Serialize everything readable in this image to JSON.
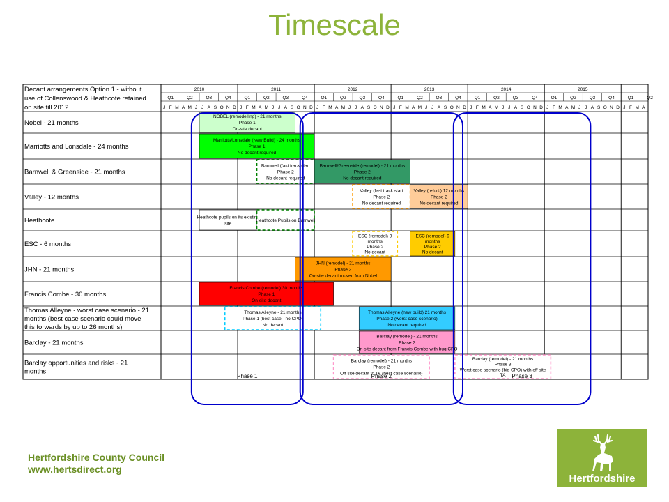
{
  "title": "Timescale",
  "header_label": [
    "Decant arrangements Option 1 - without",
    "use of Collenswood & Heathcote retained",
    "on site till 2012"
  ],
  "years": [
    "2010",
    "2011",
    "2012",
    "2013",
    "2014",
    "2015"
  ],
  "quarters": [
    "Q1",
    "Q2",
    "Q3",
    "Q4"
  ],
  "months": [
    "J",
    "F",
    "M",
    "A",
    "M",
    "J",
    "J",
    "A",
    "S",
    "O",
    "N",
    "D"
  ],
  "rows": [
    {
      "lines": [
        "Nobel - 21 months"
      ],
      "h": 31
    },
    {
      "lines": [
        "Marriotts and Lonsdale - 24 months"
      ],
      "h": 37
    },
    {
      "lines": [
        "Barnwell & Greenside - 21 months"
      ],
      "h": 36
    },
    {
      "lines": [
        "Valley - 12 months"
      ],
      "h": 36
    },
    {
      "lines": [
        "Heathcote"
      ],
      "h": 31
    },
    {
      "lines": [
        "ESC - 6 months"
      ],
      "h": 37
    },
    {
      "lines": [
        "JHN - 21 months"
      ],
      "h": 36
    },
    {
      "lines": [
        "Francis Combe - 30 months"
      ],
      "h": 35
    },
    {
      "lines": [
        "Thomas Alleyne - worst case scenario - 21",
        "months (best case scenario could move",
        "this forwards by up to 26 months)"
      ],
      "h": 35
    },
    {
      "lines": [
        "Barclay - 21 months"
      ],
      "h": 34
    },
    {
      "lines": [
        "Barclay opportunities and risks - 21",
        "months"
      ],
      "h": 36
    }
  ],
  "bars": [
    {
      "row": 0,
      "start": 6,
      "end": 21,
      "fill": "#ccffcc",
      "stroke": "#000000",
      "dashed": false,
      "lines": [
        "NOBEL (remodelling) - 21 months",
        "Phase 1",
        "On-site decant"
      ]
    },
    {
      "row": 1,
      "start": 6,
      "end": 24,
      "fill": "#00ff00",
      "stroke": "#000000",
      "dashed": false,
      "lines": [
        "Marriotts/Lonsdale (New Build) - 24 months",
        "Phase 1",
        "No decant required"
      ]
    },
    {
      "row": 2,
      "start": 15,
      "end": 24,
      "fill": "#ffffff",
      "stroke": "#008000",
      "dashed": true,
      "lines": [
        "Barnwell (fast track start",
        "Phase 2",
        "No decant required"
      ]
    },
    {
      "row": 2,
      "start": 24,
      "end": 39,
      "fill": "#339966",
      "stroke": "#000000",
      "dashed": false,
      "lines": [
        "Barnwell/Greenside (remodel) - 21 months",
        "Phase 2",
        "No decant required"
      ]
    },
    {
      "row": 3,
      "start": 30,
      "end": 39,
      "fill": "#ffffff",
      "stroke": "#ff9900",
      "dashed": true,
      "lines": [
        "Valley (fast track start",
        "Phase 2",
        "No decant required"
      ]
    },
    {
      "row": 3,
      "start": 39,
      "end": 48,
      "fill": "#ffcc99",
      "stroke": "#000000",
      "dashed": false,
      "lines": [
        "Valley (refurb) 12 months",
        "Phase 2",
        "No decant required"
      ]
    },
    {
      "row": 4,
      "start": 6,
      "end": 15,
      "fill": "#ffffff",
      "stroke": "#000000",
      "dashed": false,
      "lines": [
        "Heathcote pupils on its existing",
        "site"
      ]
    },
    {
      "row": 4,
      "start": 15,
      "end": 24,
      "fill": "#ffffff",
      "stroke": "#008000",
      "dashed": true,
      "lines": [
        "Heathcote Pupils on Barnwell"
      ]
    },
    {
      "row": 5,
      "start": 30,
      "end": 37,
      "fill": "#ffffff",
      "stroke": "#ffcc00",
      "dashed": true,
      "lines": [
        "ESC (remodel) 9",
        "months",
        "Phase 2",
        "No decant"
      ]
    },
    {
      "row": 5,
      "start": 39,
      "end": 46,
      "fill": "#ffcc00",
      "stroke": "#000000",
      "dashed": false,
      "lines": [
        "ESC (remodel) 9",
        "months",
        "Phase 2",
        "No decant"
      ]
    },
    {
      "row": 6,
      "start": 21,
      "end": 36,
      "fill": "#ff9900",
      "stroke": "#000000",
      "dashed": false,
      "lines": [
        "JHN (remodel) - 21 months",
        "Phase 2",
        "On-site decant moved from Nobel"
      ]
    },
    {
      "row": 7,
      "start": 6,
      "end": 27,
      "fill": "#ff0000",
      "stroke": "#000000",
      "dashed": false,
      "lines": [
        "Francis Combe (remodel) 30 months",
        "Phase 1",
        "On-site decant"
      ]
    },
    {
      "row": 8,
      "start": 10,
      "end": 25,
      "fill": "#ffffff",
      "stroke": "#00ccff",
      "dashed": true,
      "lines": [
        "Thomas Alleyne - 21 months",
        "Phase 1 (best case - no CPO)",
        "No decant"
      ]
    },
    {
      "row": 8,
      "start": 31,
      "end": 46,
      "fill": "#33ccff",
      "stroke": "#000000",
      "dashed": false,
      "lines": [
        "Thomas Alleyne (new build) 21 months",
        "Phase 2 (worst case scenario)",
        "No decant required"
      ]
    },
    {
      "row": 9,
      "start": 31,
      "end": 46,
      "fill": "#ff99cc",
      "stroke": "#000000",
      "dashed": false,
      "lines": [
        "Barclay (remodel) - 21 months",
        "Phase 2",
        "On-site decant from Francis Combe with bug CPO"
      ]
    },
    {
      "row": 10,
      "start": 27,
      "end": 42,
      "fill": "#ffffff",
      "stroke": "#ff99cc",
      "dashed": true,
      "lines": [
        "Barclay (remodel) - 21 months",
        "Phase 2",
        "Off site decant to TA (best case scenario)"
      ]
    },
    {
      "row": 10,
      "start": 46,
      "end": 61,
      "fill": "#ffffff",
      "stroke": "#ff99cc",
      "dashed": true,
      "lines": [
        "Barclay (remodel) - 21 months",
        "Phase 3",
        "Worst case scenario (big CPO) with off site",
        "TA"
      ]
    }
  ],
  "phases": [
    {
      "label": "Phase 1",
      "start": 5,
      "end": 22
    },
    {
      "label": "Phase 2",
      "start": 22,
      "end": 47
    },
    {
      "label": "Phase 3",
      "start": 46,
      "end": 67
    }
  ],
  "footer": {
    "org": "Hertfordshire County Council",
    "url": "www.hertsdirect.org"
  },
  "logo_text": "Hertfordshire",
  "colors": {
    "title": "#8db33a",
    "phase_outline": "#0000cc",
    "footer": "#6a8f24",
    "logo_bg": "#8db33a"
  }
}
